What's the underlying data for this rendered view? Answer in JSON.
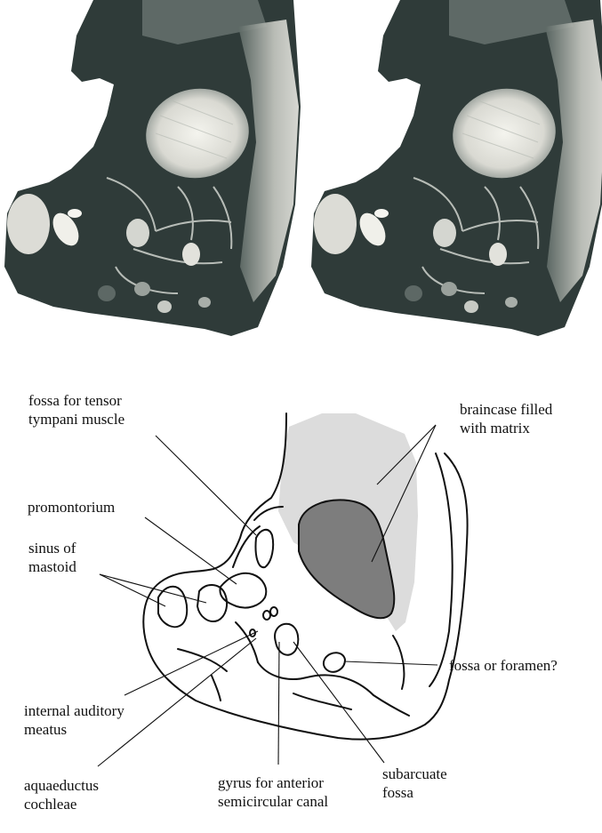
{
  "labels": {
    "fossa_tensor": "fossa for tensor\ntympani muscle",
    "promontorium": "promontorium",
    "sinus_mastoid": "sinus of\nmastoid",
    "internal_meatus": "internal auditory\nmeatus",
    "aquaeductus": "aquaeductus\ncochleae",
    "gyrus": "gyrus for anterior\nsemicircular canal",
    "subarcuate": "subarcuate\nfossa",
    "fossa_foramen": "fossa or foramen?",
    "braincase": "braincase filled\nwith matrix"
  },
  "colors": {
    "matrix_fill": "#dcdcdc",
    "dark_region": "#7d7d7d",
    "outline": "#111111",
    "specimen_dark": "#2e3a38",
    "specimen_light": "#e6e6e0"
  }
}
